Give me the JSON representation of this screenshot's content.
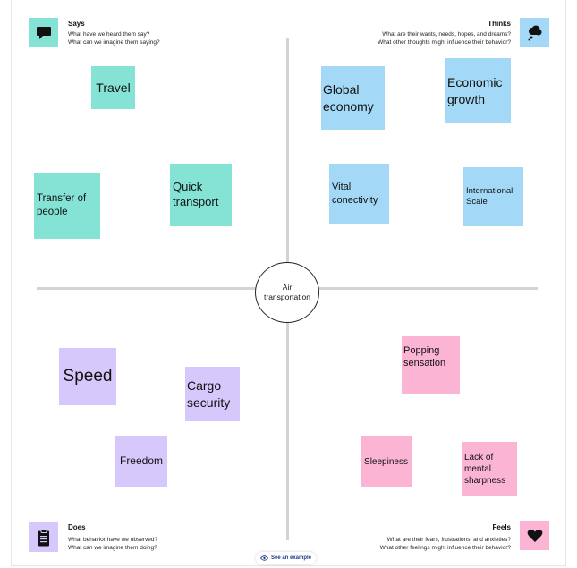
{
  "center": {
    "label": "Air transportation"
  },
  "quadrants": {
    "says": {
      "title": "Says",
      "line1": "What have we heard them say?",
      "line2": "What can we imagine them saying?",
      "icon": "speech-bubble-icon",
      "color": "#84e3d5"
    },
    "thinks": {
      "title": "Thinks",
      "line1": "What are their wants, needs, hopes, and dreams?",
      "line2": "What other thoughts might influence their behavior?",
      "icon": "thought-cloud-icon",
      "color": "#a3d9f7"
    },
    "does": {
      "title": "Does",
      "line1": "What behavior have we observed?",
      "line2": "What can we imagine them doing?",
      "icon": "clipboard-icon",
      "color": "#d6c8fa"
    },
    "feels": {
      "title": "Feels",
      "line1": "What are their fears, frustrations, and anxieties?",
      "line2": "What other feelings might influence their behavior?",
      "icon": "heart-icon",
      "color": "#fcb4d4"
    }
  },
  "notes": {
    "travel": "Travel",
    "transfer": "Transfer of people",
    "quick": "Quick transport",
    "global": "Global economy",
    "economic": "Economic growth",
    "vital": "Vital conectivity",
    "international": "International Scale",
    "speed": "Speed",
    "cargo": "Cargo security",
    "freedom": "Freedom",
    "popping": "Popping sensation",
    "sleepiness": "Sleepiness",
    "lack": "Lack of mental sharpness"
  },
  "footer": {
    "example_label": "See an example",
    "example_icon": "eye-icon"
  }
}
